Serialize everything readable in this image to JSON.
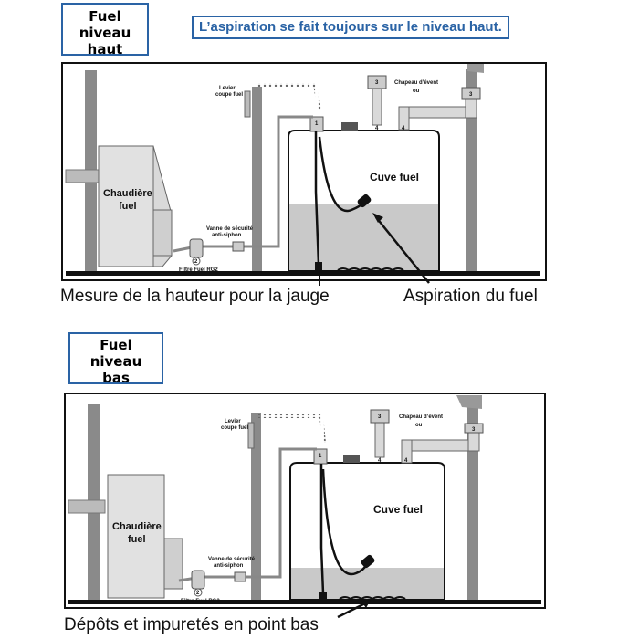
{
  "top": {
    "title_lines": [
      "Fuel",
      "niveau",
      "haut"
    ],
    "banner": "L’aspiration se fait toujours sur le niveau haut.",
    "caption_left": "Mesure de la hauteur pour la jauge",
    "caption_right": "Aspiration du fuel"
  },
  "bottom": {
    "title_lines": [
      "Fuel",
      "niveau",
      "bas"
    ],
    "caption": "Dépôts et impuretés en point bas"
  },
  "diagram_labels": {
    "boiler_line1": "Chaudière",
    "boiler_line2": "fuel",
    "tank": "Cuve fuel",
    "lever_line1": "Levier",
    "lever_line2": "coupe fuel",
    "vent": "Chapeau d’évent",
    "or": "ou",
    "valve_line1": "Vanne de sécurité",
    "valve_line2": "anti-siphon",
    "filter": "Filtre Fuel RG2",
    "num_1": "1",
    "num_2": "2",
    "num_3": "3",
    "num_4": "4"
  },
  "colors": {
    "frame_border": "#2a63a5",
    "banner_text": "#2a63a5",
    "fuel_fill": "#c9c9c9",
    "wall": "#8a8a8a"
  }
}
